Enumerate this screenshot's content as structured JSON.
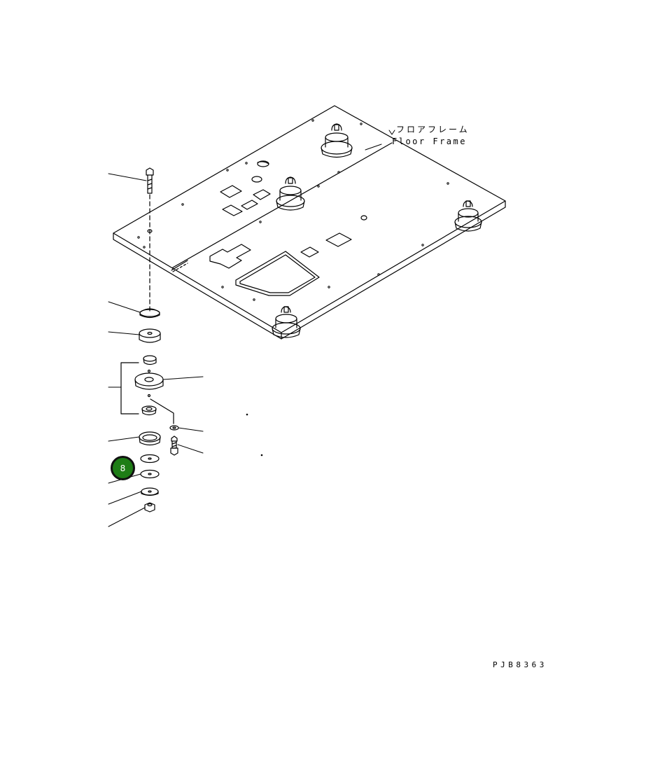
{
  "labels": {
    "floor_frame_jp": "フロアフレーム",
    "floor_frame_en": "Floor Frame",
    "drawing_code": "PJB8363"
  },
  "callout": {
    "number": "8",
    "fill_color": "#1e7d16",
    "border_color": "#111111"
  }
}
